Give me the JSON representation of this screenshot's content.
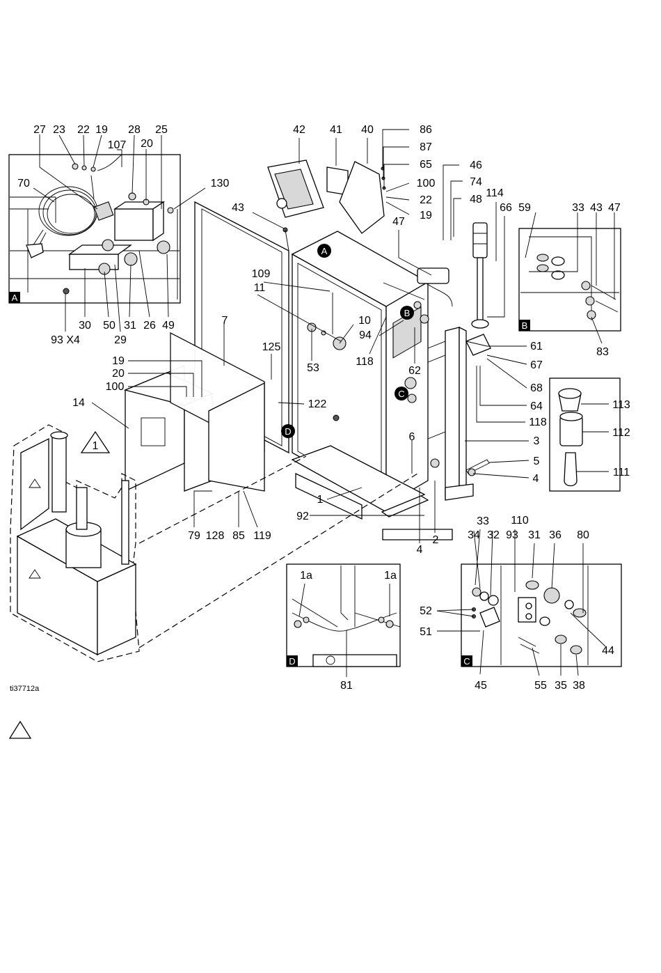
{
  "figure_id": "ti37712a",
  "callouts": [
    "27",
    "23",
    "22",
    "19",
    "28",
    "25",
    "107",
    "20",
    "70",
    "130",
    "42",
    "41",
    "40",
    "86",
    "87",
    "65",
    "46",
    "100",
    "74",
    "22",
    "48",
    "19",
    "114",
    "66",
    "47",
    "43",
    "59",
    "33",
    "43",
    "47",
    "109",
    "11",
    "10",
    "94",
    "118",
    "62",
    "53",
    "125",
    "122",
    "7",
    "19",
    "20",
    "100",
    "14",
    "6",
    "3",
    "5",
    "4",
    "1",
    "92",
    "2",
    "4",
    "61",
    "67",
    "68",
    "64",
    "118",
    "113",
    "112",
    "111",
    "83",
    "30",
    "50",
    "31",
    "26",
    "49",
    "93 X4",
    "29",
    "79",
    "128",
    "85",
    "119",
    "1",
    "1a",
    "1a",
    "81",
    "33",
    "110",
    "34",
    "32",
    "93",
    "31",
    "36",
    "80",
    "52",
    "51",
    "44",
    "45",
    "55",
    "35",
    "38"
  ],
  "detail_letters": {
    "a": "A",
    "b": "B",
    "c": "C",
    "d": "D"
  },
  "warning_note": "1"
}
